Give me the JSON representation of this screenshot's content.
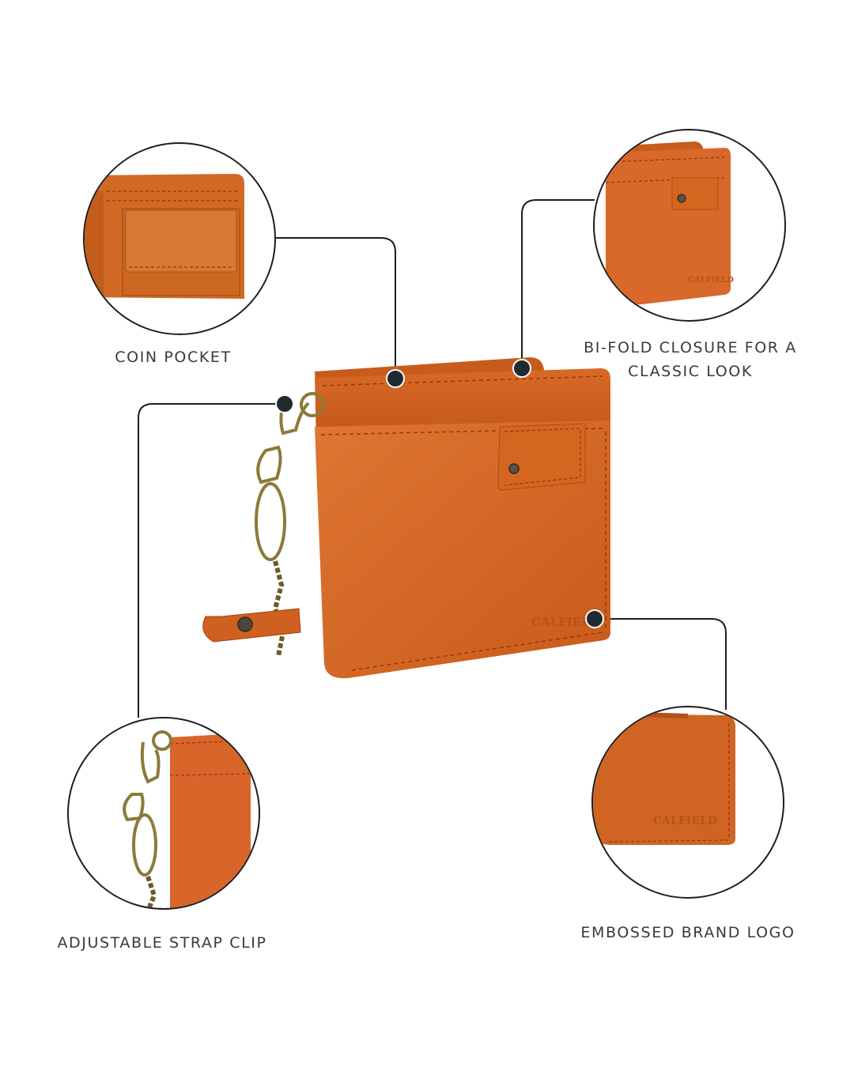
{
  "product": {
    "name": "Tan leather bi-fold wallet with chain strap",
    "brand_emboss": "CALFIELD",
    "colors": {
      "leather": "#d2641f",
      "leather_dark": "#b24f16",
      "leather_light": "#e07a34",
      "stitch": "#8a3a0e",
      "metal": "#8c7a3a",
      "line": "#1e1e1e",
      "dot": "#212a30",
      "label_text": "#3a3a3a",
      "background": "#ffffff"
    }
  },
  "callouts": [
    {
      "id": "coin-pocket",
      "label": "COIN POCKET"
    },
    {
      "id": "bifold-closure",
      "label_line1": "BI-FOLD CLOSURE FOR A",
      "label_line2": "CLASSIC LOOK"
    },
    {
      "id": "strap-clip",
      "label": "ADJUSTABLE STRAP CLIP"
    },
    {
      "id": "brand-logo",
      "label": "EMBOSSED BRAND LOGO"
    }
  ]
}
